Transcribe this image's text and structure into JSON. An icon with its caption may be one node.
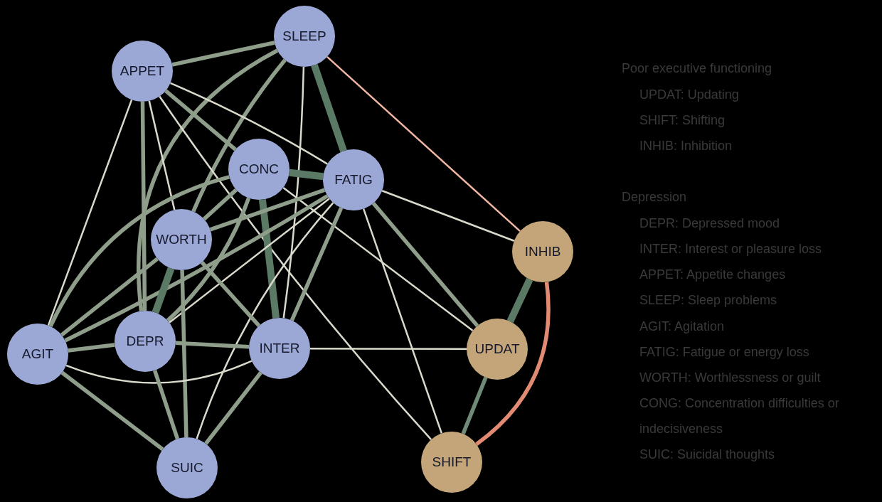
{
  "diagram": {
    "nodes": [
      {
        "text": [
          "SLEEP"
        ]
      },
      {
        "text": [
          "APPET"
        ]
      },
      {
        "text": [
          "CONC"
        ]
      },
      {
        "text": [
          "FATIG"
        ]
      },
      {
        "text": [
          "WORTH"
        ]
      },
      {
        "text": [
          "INHIB"
        ]
      },
      {
        "text": [
          "AGIT"
        ]
      },
      {
        "text": [
          "DEPR"
        ]
      },
      {
        "text": [
          "INTER"
        ]
      },
      {
        "text": [
          "UPDAT"
        ]
      },
      {
        "text": [
          "SHIFT"
        ]
      },
      {
        "text": [
          "SUIC"
        ]
      }
    ],
    "edges": [
      {
        "from": 0,
        "to": 1,
        "arrow": "none"
      },
      {
        "from": 0,
        "to": 3,
        "arrow": "none",
        "style": "thick",
        "color": "#5b7a66"
      },
      {
        "from": 0,
        "to": 5,
        "arrow": "none",
        "color": "#f2b7a4"
      },
      {
        "from": 0,
        "to": 4,
        "arrow": "none"
      },
      {
        "from": 0,
        "to": 7,
        "arrow": "none"
      },
      {
        "from": 0,
        "to": 8,
        "arrow": "none",
        "color": "#d9d9cc"
      },
      {
        "from": 1,
        "to": 2,
        "arrow": "none"
      },
      {
        "from": 1,
        "to": 3,
        "arrow": "none",
        "color": "#d9d9cc"
      },
      {
        "from": 1,
        "to": 4,
        "arrow": "none",
        "color": "#d9d9cc"
      },
      {
        "from": 1,
        "to": 7,
        "arrow": "none"
      },
      {
        "from": 1,
        "to": 6,
        "arrow": "none",
        "color": "#d9d9cc"
      },
      {
        "from": 1,
        "to": 10,
        "arrow": "none",
        "color": "#d9d9cc"
      },
      {
        "from": 2,
        "to": 3,
        "arrow": "none",
        "style": "thick",
        "color": "#5b7a66"
      },
      {
        "from": 2,
        "to": 8,
        "arrow": "none",
        "style": "thick",
        "color": "#5b7a66"
      },
      {
        "from": 2,
        "to": 4,
        "arrow": "none"
      },
      {
        "from": 2,
        "to": 6,
        "arrow": "none"
      },
      {
        "from": 2,
        "to": 7,
        "arrow": "none"
      },
      {
        "from": 2,
        "to": 9,
        "arrow": "none",
        "color": "#d9d9cc"
      },
      {
        "from": 3,
        "to": 4,
        "arrow": "none"
      },
      {
        "from": 3,
        "to": 6,
        "arrow": "none"
      },
      {
        "from": 3,
        "to": 7,
        "arrow": "none",
        "color": "#d9d9cc"
      },
      {
        "from": 3,
        "to": 8,
        "arrow": "none"
      },
      {
        "from": 3,
        "to": 5,
        "arrow": "none",
        "color": "#d9d9cc"
      },
      {
        "from": 3,
        "to": 9,
        "arrow": "none"
      },
      {
        "from": 3,
        "to": 10,
        "arrow": "none",
        "color": "#d9d9cc"
      },
      {
        "from": 3,
        "to": 11,
        "arrow": "none",
        "color": "#d9d9cc"
      },
      {
        "from": 4,
        "to": 7,
        "arrow": "none",
        "style": "thick",
        "color": "#5b7a66"
      },
      {
        "from": 4,
        "to": 8,
        "arrow": "none"
      },
      {
        "from": 4,
        "to": 11,
        "arrow": "none"
      },
      {
        "from": 4,
        "to": 6,
        "arrow": "none"
      },
      {
        "from": 6,
        "to": 7,
        "arrow": "none"
      },
      {
        "from": 6,
        "to": 8,
        "arrow": "none",
        "color": "#d9d9cc"
      },
      {
        "from": 6,
        "to": 11,
        "arrow": "none"
      },
      {
        "from": 7,
        "to": 8,
        "arrow": "none"
      },
      {
        "from": 7,
        "to": 11,
        "arrow": "none"
      },
      {
        "from": 8,
        "to": 11,
        "arrow": "none"
      },
      {
        "from": 8,
        "to": 9,
        "arrow": "none",
        "color": "#d9d9cc"
      },
      {
        "from": 5,
        "to": 9,
        "arrow": "none",
        "style": "thick",
        "color": "#5b7a66"
      },
      {
        "from": 9,
        "to": 10,
        "arrow": "none",
        "color": "#6f8a76"
      },
      {
        "from": 5,
        "to": 10,
        "arrow": "none",
        "color": "#e38a73"
      }
    ],
    "labels": [
      "Poor executive functioning",
      "UPDAT: Updating",
      "SHIFT: Shifting",
      "INHIB: Inhibition",
      "Depression",
      "DEPR: Depressed mood",
      "INTER: Interest or pleasure loss",
      "APPET: Appetite changes",
      "SLEEP: Sleep problems",
      "AGIT: Agitation",
      "FATIG: Fatigue or energy loss",
      "WORTH: Worthlessness or guilt",
      "CONG: Concentration difficulties or indecisiveness",
      "SUIC: Suicidal thoughts"
    ]
  }
}
